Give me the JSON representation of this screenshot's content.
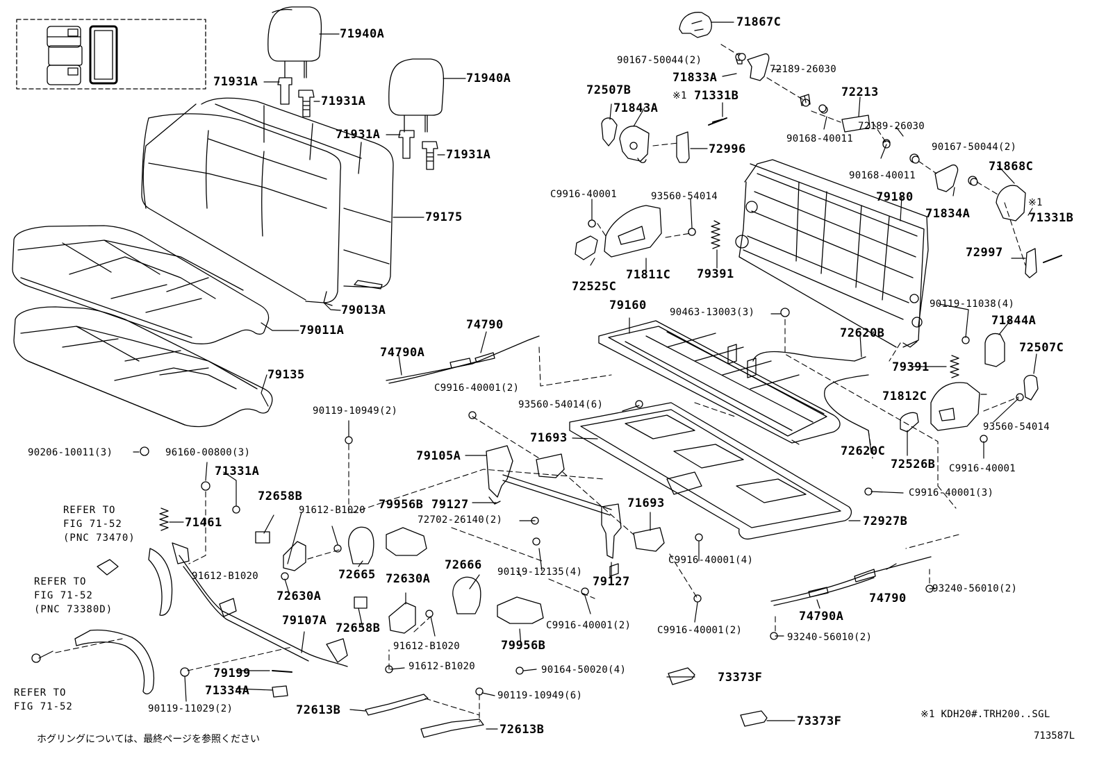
{
  "labels": {
    "p71940A": "71940A",
    "p71931A": "71931A",
    "p79175": "79175",
    "p79013A": "79013A",
    "p79011A": "79011A",
    "p79135": "79135",
    "p71867C": "71867C",
    "p90167_50044_2": "90167-50044(2)",
    "p71833A": "71833A",
    "p72189_26030": "72189-26030",
    "p72213": "72213",
    "p72507B": "72507B",
    "p71843A": "71843A",
    "p71331B": "71331B",
    "p72996": "72996",
    "p90168_40011": "90168-40011",
    "p71868C": "71868C",
    "p71834A": "71834A",
    "p79180": "79180",
    "pC9916_40001": "C9916-40001",
    "p93560_54014": "93560-54014",
    "p79391": "79391",
    "p72525C": "72525C",
    "p71811C": "71811C",
    "p72997": "72997",
    "p90119_11038_4": "90119-11038(4)",
    "p71844A": "71844A",
    "p79160": "79160",
    "p90463_13003_3": "90463-13003(3)",
    "p72620B": "72620B",
    "p72507C": "72507C",
    "p71812C": "71812C",
    "p72620C": "72620C",
    "p72526B": "72526B",
    "p74790": "74790",
    "p74790A": "74790A",
    "pC9916_40001_2": "C9916-40001(2)",
    "p93560_54014_6": "93560-54014(6)",
    "p90119_10949_2": "90119-10949(2)",
    "p71693": "71693",
    "p79105A": "79105A",
    "pC9916_40001_3": "C9916-40001(3)",
    "p72927B": "72927B",
    "p90206_10011_3": "90206-10011(3)",
    "p96160_00800_3": "96160-00800(3)",
    "p71331A": "71331A",
    "p72658B": "72658B",
    "p91612_B1020": "91612-B1020",
    "p79956B": "79956B",
    "p79127": "79127",
    "p72702_26140_2": "72702-26140(2)",
    "p71461": "71461",
    "p72665": "72665",
    "p72630A": "72630A",
    "p90119_12135_4": "90119-12135(4)",
    "pC9916_40001_4": "C9916-40001(4)",
    "p72666": "72666",
    "p79107A": "79107A",
    "p93240_56010_2": "93240-56010(2)",
    "p79199": "79199",
    "p71334A": "71334A",
    "p90119_11029_2": "90119-11029(2)",
    "p90164_50020_4": "90164-50020(4)",
    "p73373F": "73373F",
    "p90119_10949_6": "90119-10949(6)",
    "p72613B": "72613B",
    "note_mark": "※1",
    "footnote": "※1 KDH20#.TRH200..SGL",
    "catalog_id": "713587L",
    "japanese_note": "ホグリングについては、最終ページを参照ください"
  },
  "refs": {
    "ref1": [
      "REFER TO",
      "FIG 71-52",
      "(PNC 73470)"
    ],
    "ref2": [
      "REFER TO",
      "FIG 71-52",
      "(PNC 73380D)"
    ],
    "ref3": [
      "REFER TO",
      "FIG 71-52"
    ]
  }
}
